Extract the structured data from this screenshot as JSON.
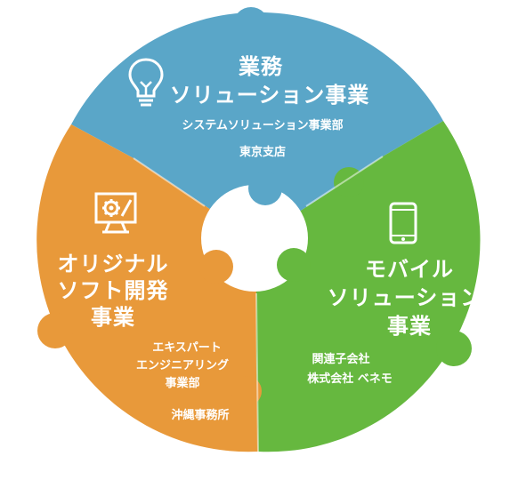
{
  "colors": {
    "blue": "#5aa6c8",
    "orange": "#e8993a",
    "green": "#66b83f",
    "text": "#ffffff"
  },
  "segments": {
    "solution": {
      "icon": "lightbulb-icon",
      "title_lines": [
        "業務",
        "ソリューション事業"
      ],
      "details": [
        "システムソリューション事業部",
        "東京支店"
      ]
    },
    "original": {
      "icon": "monitor-gear-icon",
      "title_lines": [
        "オリジナル",
        "ソフト開発",
        "事業"
      ],
      "details": [
        "エキスパート",
        "エンジニアリング",
        "事業部",
        "沖縄事務所"
      ]
    },
    "mobile": {
      "icon": "tablet-icon",
      "title_lines": [
        "モバイル",
        "ソリューション",
        "事業"
      ],
      "details": [
        "関連子会社",
        "株式会社 ベネモ"
      ]
    }
  }
}
